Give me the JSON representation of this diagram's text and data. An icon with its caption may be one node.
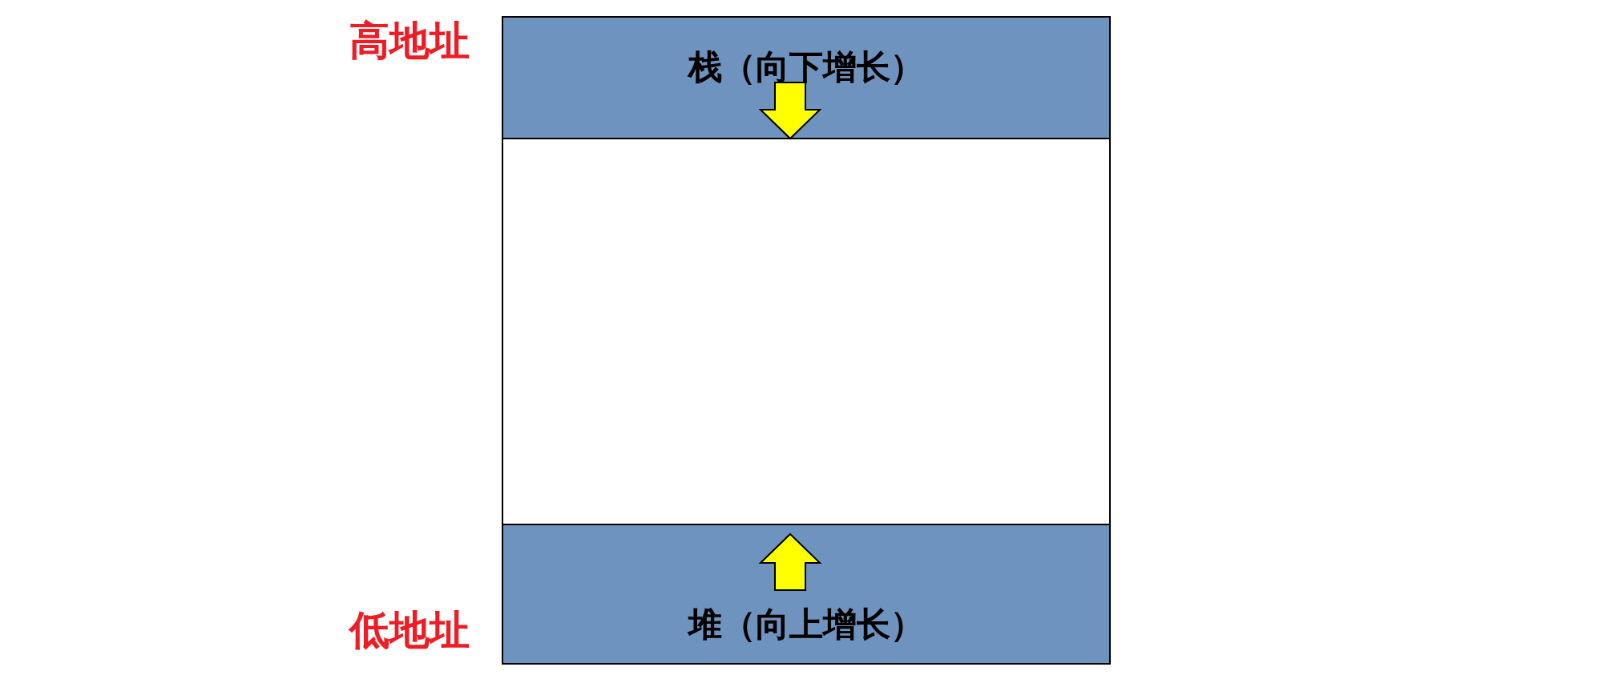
{
  "diagram": {
    "nodes": [
      {
        "text": [
          "栈（向下增长）"
        ]
      },
      {
        "text": [],
        "shape": "box"
      },
      {
        "text": [
          "堆（向上增长）"
        ]
      }
    ],
    "labels": [
      "高地址",
      "低地址"
    ]
  }
}
